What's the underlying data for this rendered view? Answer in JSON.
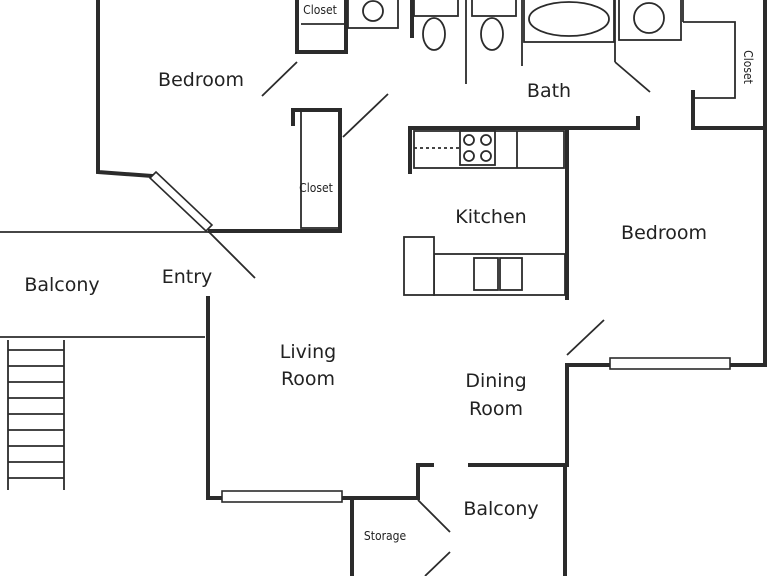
{
  "rooms": {
    "bedroom_left": "Bedroom",
    "closet_top": "Closet",
    "closet_mid": "Closet",
    "closet_right": "Closet",
    "bath": "Bath",
    "kitchen": "Kitchen",
    "bedroom_right": "Bedroom",
    "balcony_left": "Balcony",
    "entry": "Entry",
    "living_line1": "Living",
    "living_line2": "Room",
    "dining_line1": "Dining",
    "dining_line2": "Room",
    "balcony_bottom": "Balcony",
    "storage": "Storage"
  },
  "icons": [
    "stair-icon",
    "door-swing-icon",
    "window-icon",
    "stove-icon",
    "sink-icon",
    "toilet-icon",
    "bathtub-icon"
  ]
}
